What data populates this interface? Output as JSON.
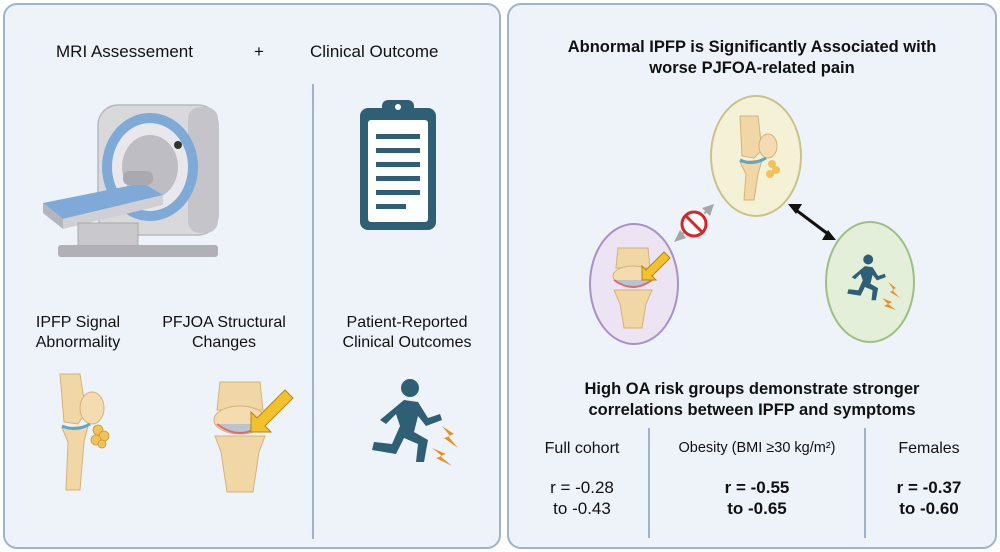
{
  "left": {
    "mri_heading": "MRI Assessement",
    "plus": "+",
    "clinical_heading": "Clinical Outcome",
    "ipfp_label_line1": "IPFP Signal",
    "ipfp_label_line2": "Abnormality",
    "pfjoa_label_line1": "PFJOA Structural",
    "pfjoa_label_line2": "Changes",
    "pro_label_line1": "Patient-Reported",
    "pro_label_line2": "Clinical Outcomes"
  },
  "right": {
    "title_line1": "Abnormal IPFP is Significantly Associated with",
    "title_line2": "worse PJFOA-related pain",
    "subtitle_line1": "High OA risk groups demonstrate stronger",
    "subtitle_line2": "correlations between IPFP and symptoms",
    "groups": [
      {
        "name": "Full cohort",
        "r_line1": "r = -0.28",
        "r_line2": "to -0.43"
      },
      {
        "name": "Obesity (BMI ≥30 kg/m²)",
        "r_line1": "r = -0.55",
        "r_line2": "to -0.65"
      },
      {
        "name": "Females",
        "r_line1": "r = -0.37",
        "r_line2": "to -0.60"
      }
    ]
  },
  "colors": {
    "panel_bg": "#eef3fa",
    "panel_border": "#9fb3d1",
    "knee_circle": "#f4f1d6",
    "knee_circle_border": "#c9c38a",
    "pfj_circle": "#ece4f3",
    "pfj_circle_border": "#a890c9",
    "run_circle": "#e3efd9",
    "run_circle_border": "#9dbf82",
    "runner": "#2f5f74",
    "lightning": "#e8911c",
    "arrow_yellow": "#f2c12e",
    "no_sign": "#d7262b"
  },
  "icons": [
    "mri-scanner-icon",
    "clipboard-icon",
    "knee-icon",
    "pfj-knee-icon",
    "runner-icon",
    "no-entry-icon",
    "double-arrow-icon"
  ]
}
